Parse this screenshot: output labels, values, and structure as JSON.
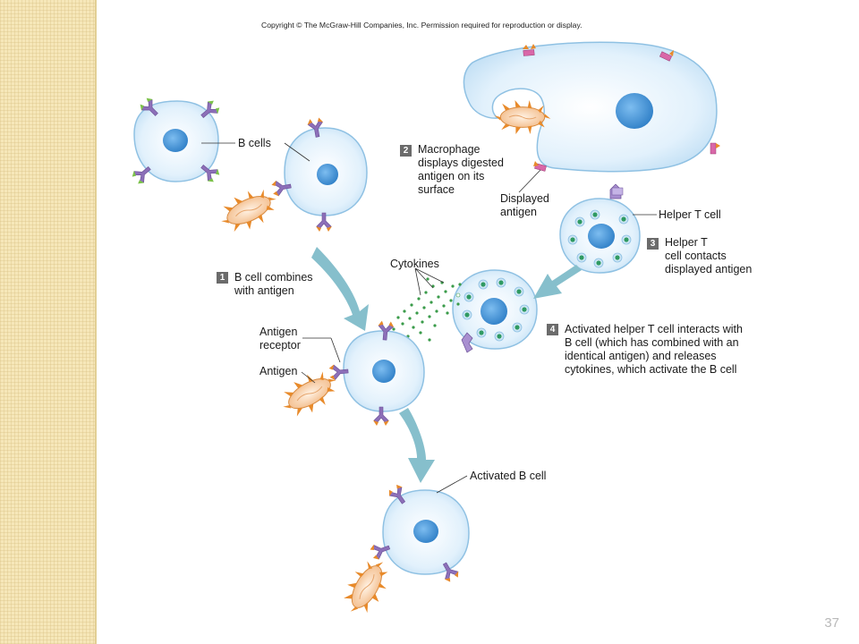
{
  "copyright": "Copyright © The McGraw-Hill Companies, Inc. Permission required for reproduction or display.",
  "slide_number": "37",
  "labels": {
    "b_cells": "B cells",
    "macrophage_lines": [
      "Macrophage",
      "displays digested",
      "antigen on its",
      "surface"
    ],
    "displayed_antigen_lines": [
      "Displayed",
      "antigen"
    ],
    "helper_t_cell": "Helper T cell",
    "helper_t_contacts_lines": [
      "Helper T",
      "cell contacts",
      "displayed antigen"
    ],
    "b_cell_combines_lines": [
      "B cell combines",
      "with antigen"
    ],
    "cytokines": "Cytokines",
    "antigen_receptor_lines": [
      "Antigen",
      "receptor"
    ],
    "antigen": "Antigen",
    "activated_helper_lines": [
      "Activated helper T cell interacts with",
      "B cell (which has combined with an",
      "identical antigen) and releases",
      "cytokines, which activate the B cell"
    ],
    "activated_b_cell": "Activated B cell"
  },
  "steps": [
    "1",
    "2",
    "3",
    "4"
  ],
  "colors": {
    "cell_fill": "#dbeefb",
    "cell_stroke": "#8fc1e3",
    "nucleus": "#3b8fd3",
    "receptor": "#8c6fb8",
    "antigen_body": "#f4c39a",
    "antigen_spike": "#e88a2a",
    "arrow": "#86bfcc",
    "cytokine": "#3a9b4a",
    "displayed_antigen": "#d967a8"
  }
}
